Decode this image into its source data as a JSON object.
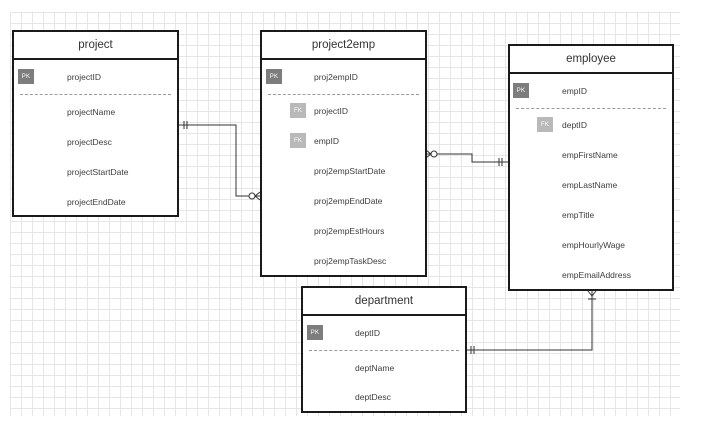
{
  "entities": {
    "project": {
      "title": "project",
      "pk": {
        "badge": "PK",
        "name": "projectID"
      },
      "fields": [
        "projectName",
        "projectDesc",
        "projectStartDate",
        "projectEndDate"
      ]
    },
    "project2emp": {
      "title": "project2emp",
      "pk": {
        "badge": "PK",
        "name": "proj2empID"
      },
      "fk": [
        {
          "badge": "FK",
          "name": "projectID"
        },
        {
          "badge": "FK",
          "name": "empID"
        }
      ],
      "fields": [
        "proj2empStartDate",
        "proj2empEndDate",
        "proj2empEstHours",
        "proj2empTaskDesc"
      ]
    },
    "employee": {
      "title": "employee",
      "pk": {
        "badge": "PK",
        "name": "empID"
      },
      "fk": [
        {
          "badge": "FK",
          "name": "deptID"
        }
      ],
      "fields": [
        "empFirstName",
        "empLastName",
        "empTitle",
        "empHourlyWage",
        "empEmailAddress"
      ]
    },
    "department": {
      "title": "department",
      "pk": {
        "badge": "PK",
        "name": "deptID"
      },
      "fields": [
        "deptName",
        "deptDesc"
      ]
    }
  },
  "relationships": [
    {
      "from": "project",
      "to": "project2emp",
      "from_cardinality": "one",
      "to_cardinality": "zero-or-many"
    },
    {
      "from": "employee",
      "to": "project2emp",
      "from_cardinality": "one",
      "to_cardinality": "zero-or-many"
    },
    {
      "from": "department",
      "to": "employee",
      "from_cardinality": "one",
      "to_cardinality": "one-or-many"
    }
  ],
  "colors": {
    "border": "#1a1a1a",
    "pk_badge": "#7d7d7d",
    "fk_badge": "#b9b9b9",
    "grid": "#e6e6e6",
    "line": "#333333"
  }
}
